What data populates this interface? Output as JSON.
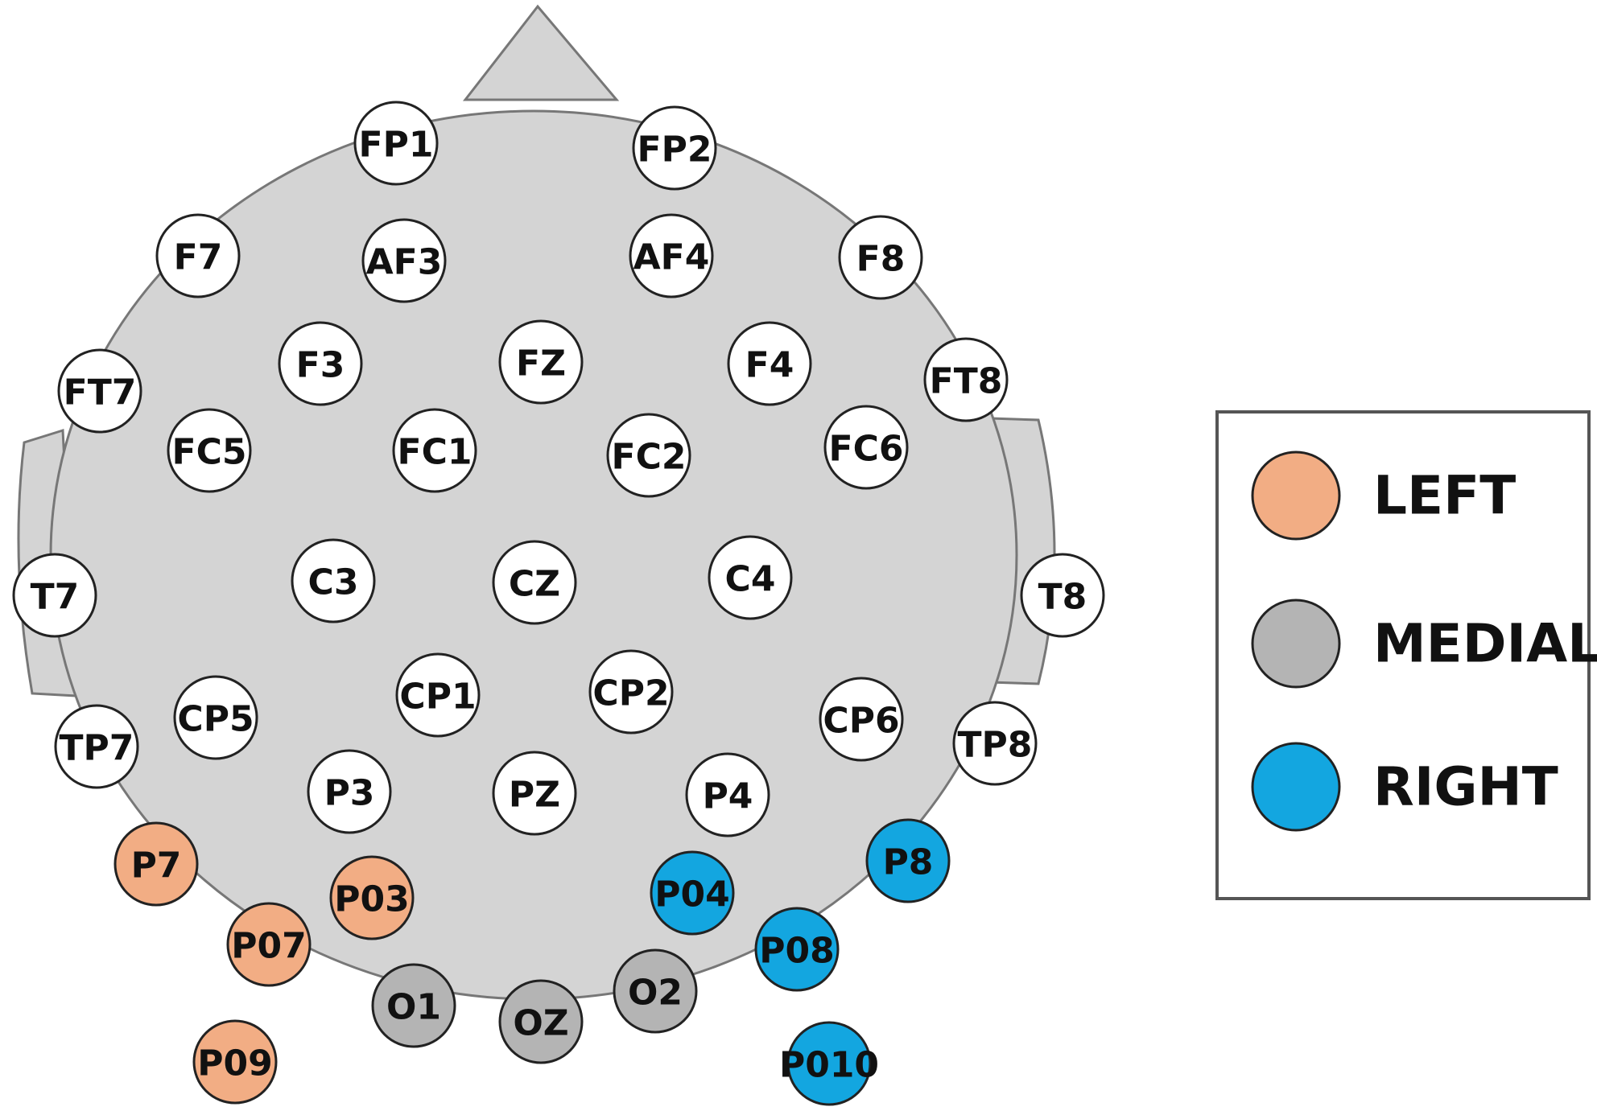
{
  "colors": {
    "head_fill": "#d4d4d4",
    "head_stroke": "#777777",
    "electrode_default": "#ffffff",
    "electrode_stroke": "#222222",
    "left": "#f2ad84",
    "medial": "#b4b4b4",
    "right": "#13a6e0"
  },
  "electrodes": [
    {
      "label": "FP1",
      "group": "default"
    },
    {
      "label": "FP2",
      "group": "default"
    },
    {
      "label": "F7",
      "group": "default"
    },
    {
      "label": "AF3",
      "group": "default"
    },
    {
      "label": "AF4",
      "group": "default"
    },
    {
      "label": "F8",
      "group": "default"
    },
    {
      "label": "F3",
      "group": "default"
    },
    {
      "label": "FZ",
      "group": "default"
    },
    {
      "label": "F4",
      "group": "default"
    },
    {
      "label": "FT7",
      "group": "default"
    },
    {
      "label": "FT8",
      "group": "default"
    },
    {
      "label": "FC5",
      "group": "default"
    },
    {
      "label": "FC1",
      "group": "default"
    },
    {
      "label": "FC2",
      "group": "default"
    },
    {
      "label": "FC6",
      "group": "default"
    },
    {
      "label": "T7",
      "group": "default"
    },
    {
      "label": "C3",
      "group": "default"
    },
    {
      "label": "CZ",
      "group": "default"
    },
    {
      "label": "C4",
      "group": "default"
    },
    {
      "label": "T8",
      "group": "default"
    },
    {
      "label": "CP1",
      "group": "default"
    },
    {
      "label": "CP2",
      "group": "default"
    },
    {
      "label": "CP5",
      "group": "default"
    },
    {
      "label": "CP6",
      "group": "default"
    },
    {
      "label": "TP7",
      "group": "default"
    },
    {
      "label": "TP8",
      "group": "default"
    },
    {
      "label": "P3",
      "group": "default"
    },
    {
      "label": "PZ",
      "group": "default"
    },
    {
      "label": "P4",
      "group": "default"
    },
    {
      "label": "P7",
      "group": "left"
    },
    {
      "label": "P03",
      "group": "left"
    },
    {
      "label": "P07",
      "group": "left"
    },
    {
      "label": "P09",
      "group": "left"
    },
    {
      "label": "O1",
      "group": "medial"
    },
    {
      "label": "OZ",
      "group": "medial"
    },
    {
      "label": "O2",
      "group": "medial"
    },
    {
      "label": "P04",
      "group": "right"
    },
    {
      "label": "P8",
      "group": "right"
    },
    {
      "label": "P08",
      "group": "right"
    },
    {
      "label": "P010",
      "group": "right"
    }
  ],
  "legend": {
    "items": [
      {
        "label": "LEFT",
        "group": "left"
      },
      {
        "label": "MEDIAL",
        "group": "medial"
      },
      {
        "label": "RIGHT",
        "group": "right"
      }
    ]
  }
}
